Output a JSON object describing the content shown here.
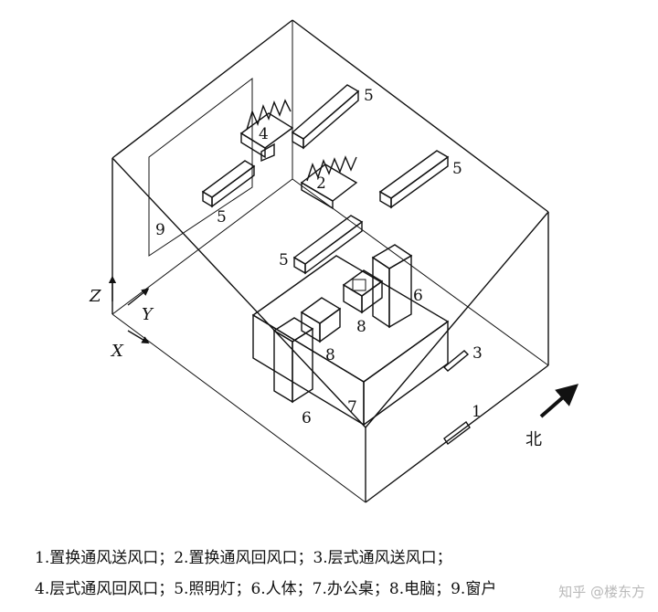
{
  "labels": {
    "n1": "1",
    "n2": "2",
    "n3": "3",
    "n4": "4",
    "n5a": "5",
    "n5b": "5",
    "n5c": "5",
    "n5d": "5",
    "n6a": "6",
    "n6b": "6",
    "n7": "7",
    "n8a": "8",
    "n8b": "8",
    "n9": "9"
  },
  "axes": {
    "x": "X",
    "y": "Y",
    "z": "Z"
  },
  "north": "北",
  "legend": {
    "line1": "1.置换通风送风口；2.置换通风回风口；3.层式通风送风口；",
    "line2": "4.层式通风回风口；5.照明灯；6.人体；7.办公桌；8.电脑；9.窗户"
  },
  "watermark": "知乎 @楼东方"
}
